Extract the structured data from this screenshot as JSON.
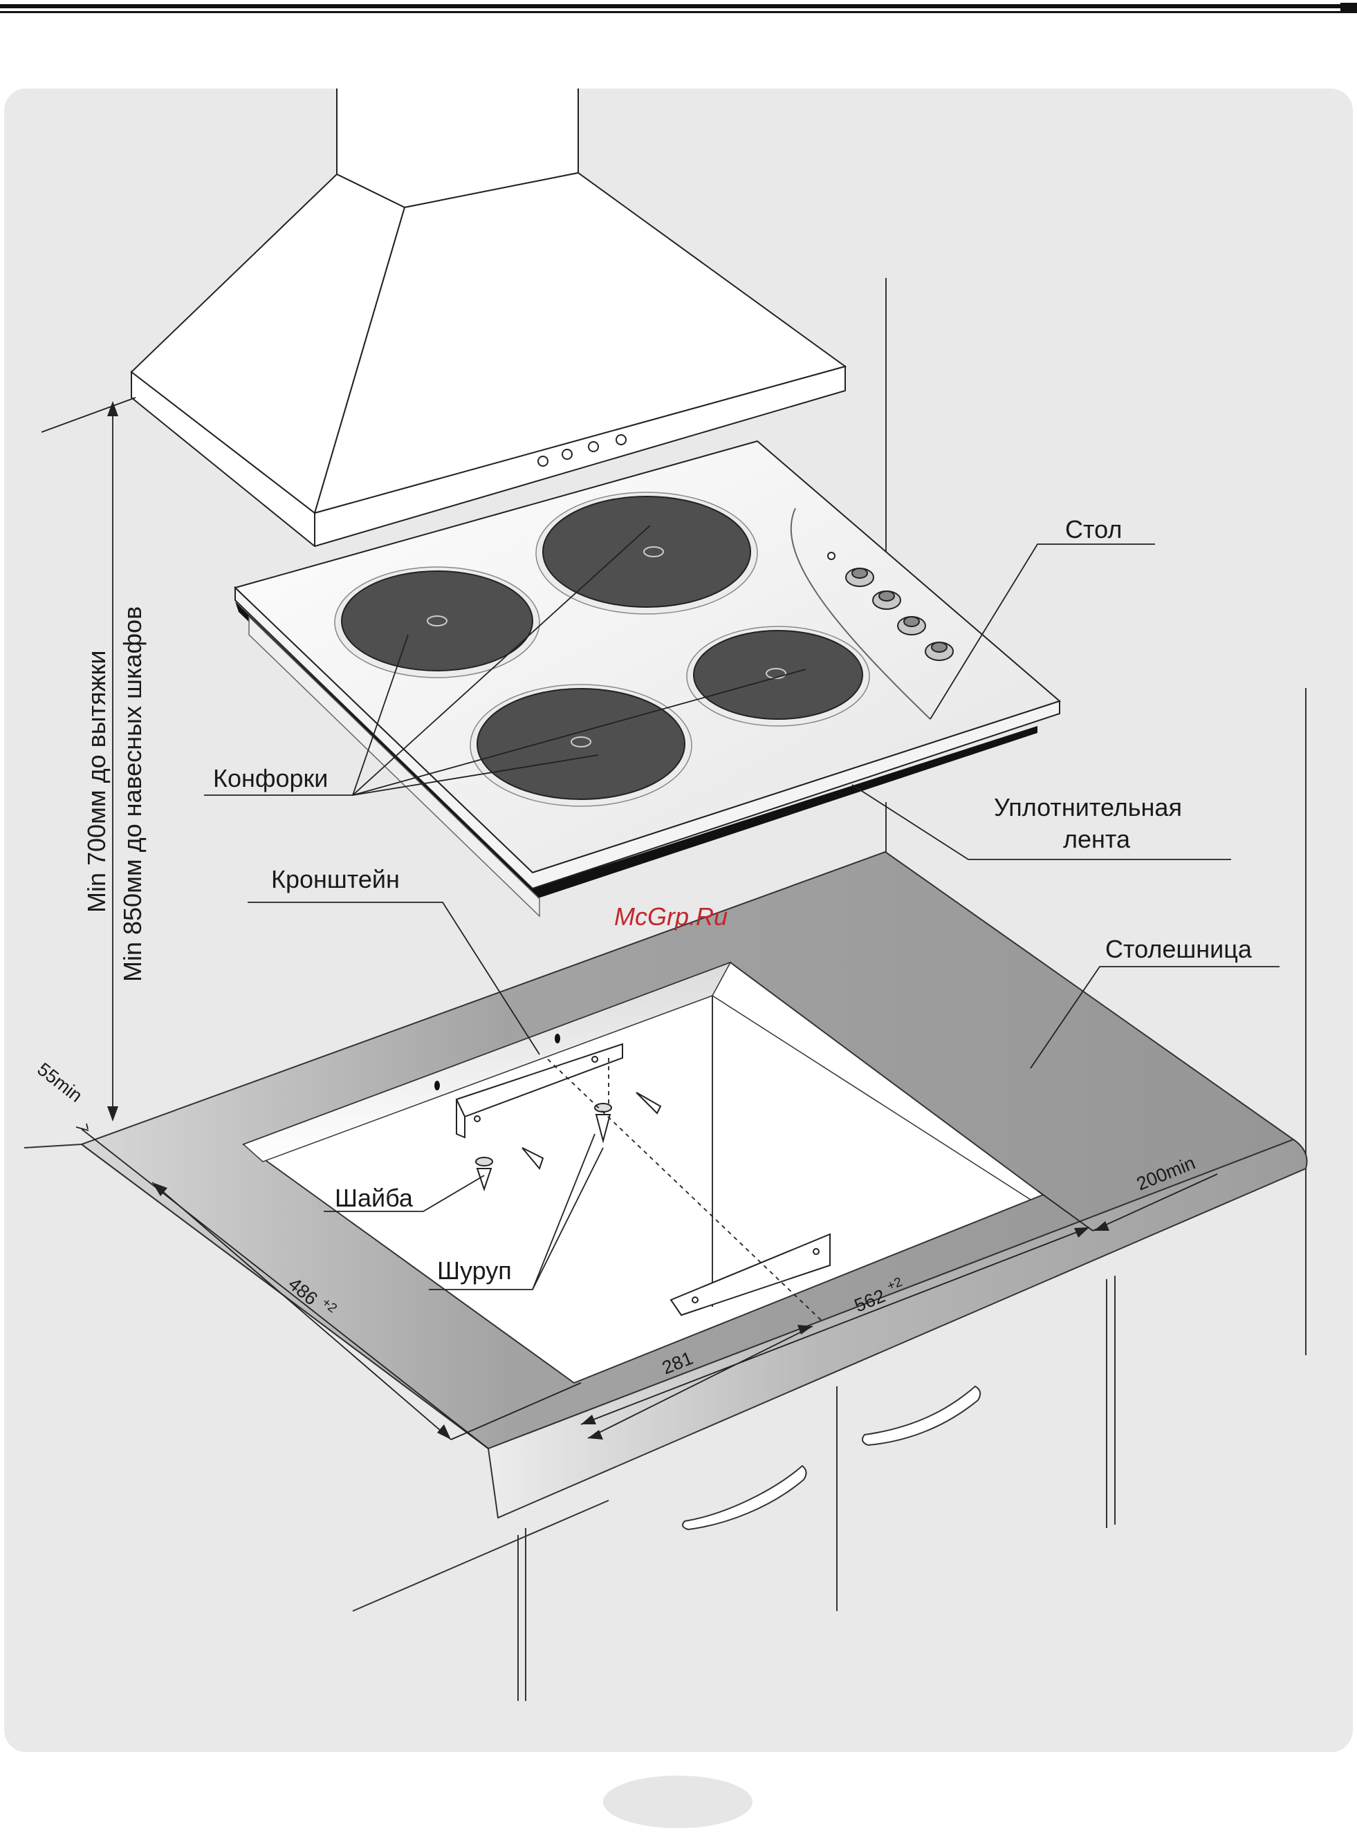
{
  "labels": {
    "table": "Стол",
    "burners": "Конфорки",
    "seal_line1": "Уплотнительная",
    "seal_line2": "лента",
    "bracket": "Кронштейн",
    "countertop": "Столешница",
    "washer": "Шайба",
    "screw": "Шуруп"
  },
  "clearances": {
    "hood": "Min 700мм до вытяжки",
    "cabinets": "Min 850мм до навесных шкафов"
  },
  "dimensions": {
    "front_edge": "55min",
    "side_gap": "200min",
    "depth": "486",
    "depth_tol": "+2",
    "width": "562",
    "width_tol": "+2",
    "half_width": "281"
  },
  "watermark": "McGrp.Ru",
  "colors": {
    "panel": "#e9e9e9",
    "countertop": "#9a9a9a",
    "burner": "#4f4f4f",
    "seal": "#111111",
    "watermark": "#c1272d"
  }
}
